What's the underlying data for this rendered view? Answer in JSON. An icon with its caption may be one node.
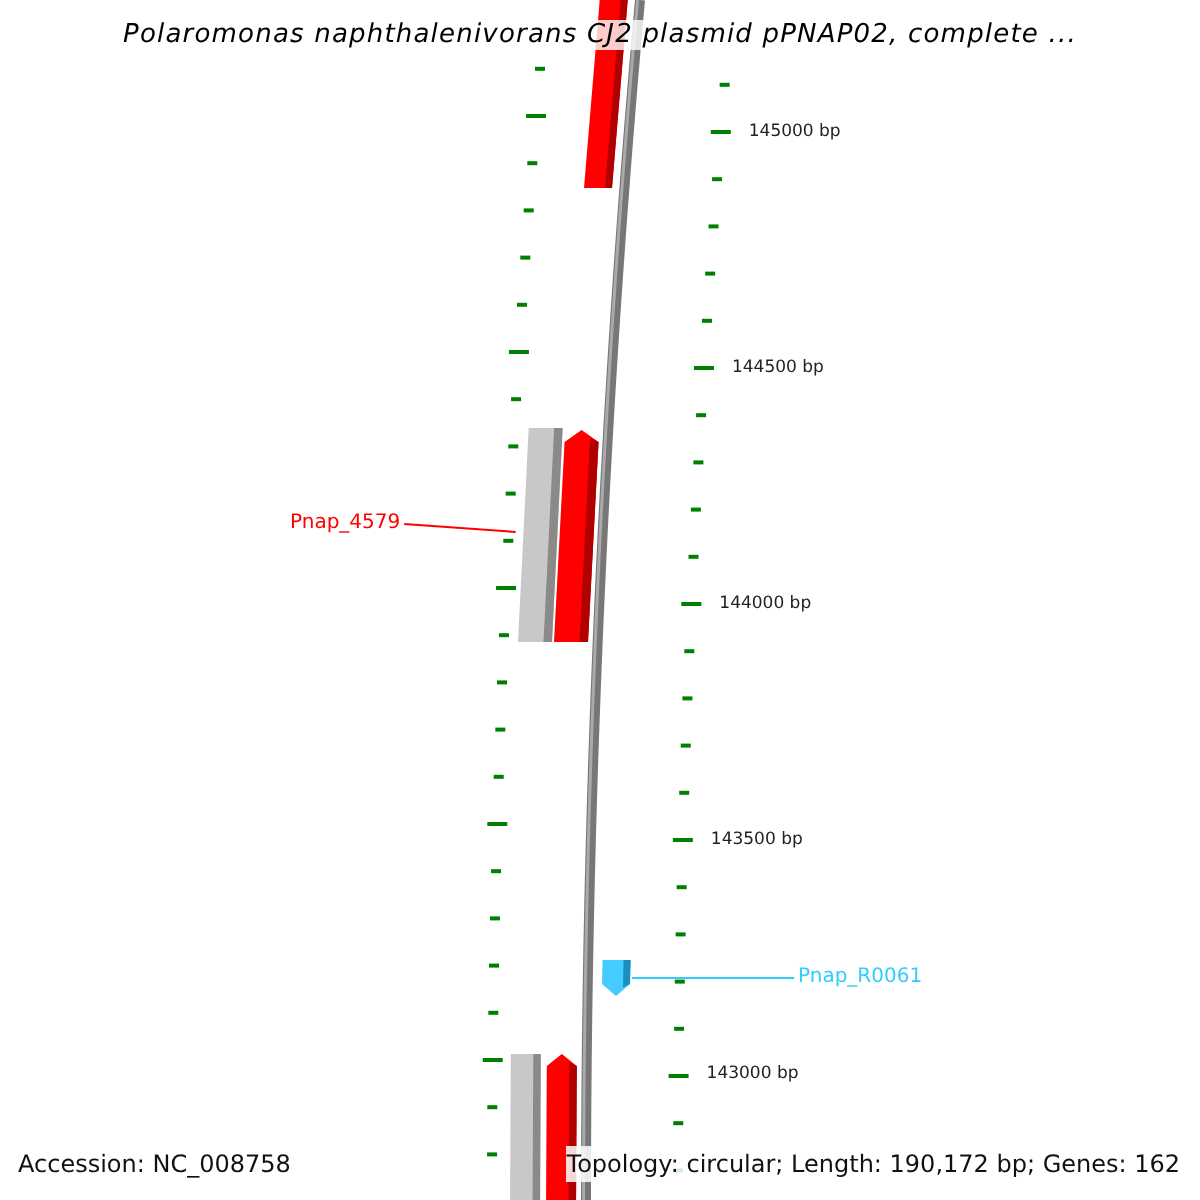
{
  "diagram": {
    "title": "Polaromonas naphthalenivorans CJ2 plasmid pPNAP02, complete ...",
    "nodes": [
      {
        "text": [],
        "shape": "bar"
      },
      {
        "text": [
          "Pnap_4579"
        ]
      },
      {
        "text": [],
        "shape": "bar"
      },
      {
        "text": [],
        "shape": "arrow"
      },
      {
        "text": [
          "Pnap_R0061"
        ]
      },
      {
        "text": [],
        "shape": "arrow"
      },
      {
        "text": [],
        "shape": "bar"
      },
      {
        "text": [],
        "shape": "arrow"
      }
    ],
    "edges": [
      {
        "from": 1,
        "to": 2,
        "arrow": "none",
        "color": "#ff0000"
      },
      {
        "from": 4,
        "to": 5,
        "arrow": "none",
        "color": "#33ccff"
      }
    ],
    "labels": [
      "145000 bp",
      "144500 bp",
      "144000 bp",
      "143500 bp",
      "143000 bp",
      "Accession: NC_008758",
      "Topology: circular; Length: 190,172 bp; Genes: 162"
    ]
  }
}
